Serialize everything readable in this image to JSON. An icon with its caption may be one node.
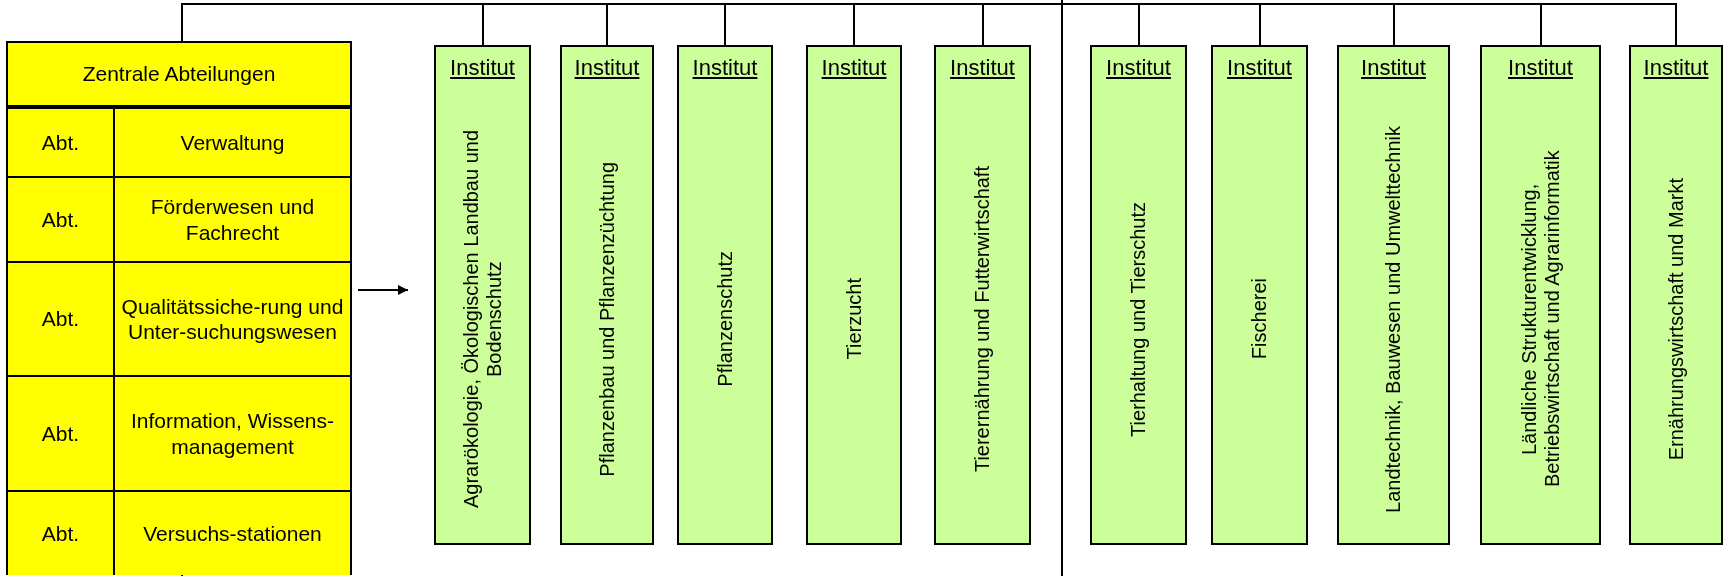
{
  "diagram": {
    "nodes": [
      {
        "text": [
          "Zentrale Abteilungen"
        ]
      },
      {
        "text": [
          "Abt.",
          "Verwaltung"
        ],
        "in": 0
      },
      {
        "text": [
          "Abt.",
          "Förderwesen und Fachrecht"
        ],
        "in": 0
      },
      {
        "text": [
          "Abt.",
          "Qualitätssiche-rung und Unter-suchungswesen"
        ],
        "in": 0
      },
      {
        "text": [
          "Abt.",
          "Information, Wissens-management"
        ],
        "in": 0
      },
      {
        "text": [
          "Abt.",
          "Versuchs-stationen"
        ],
        "in": 0
      },
      {
        "text": [
          "Institut",
          "Agrarökologie, Ökologischen Landbau und Bodenschutz"
        ]
      },
      {
        "text": [
          "Institut",
          "Pflanzenbau und Pflanzenzüchtung"
        ]
      },
      {
        "text": [
          "Institut",
          "Pflanzenschutz"
        ]
      },
      {
        "text": [
          "Institut",
          "Tierzucht"
        ]
      },
      {
        "text": [
          "Institut",
          "Tierernährung und Futterwirtschaft"
        ]
      },
      {
        "text": [
          "Institut",
          "Tierhaltung und Tierschutz"
        ]
      },
      {
        "text": [
          "Institut",
          "Fischerei"
        ]
      },
      {
        "text": [
          "Institut",
          "Landtechnik, Bauwesen und Umwelttechnik"
        ]
      },
      {
        "text": [
          "Institut",
          "Ländliche Strukturentwicklung, Betriebswirtschaft und Agrarinformatik"
        ]
      },
      {
        "text": [
          "Institut",
          "Ernährungswirtschaft und Markt"
        ]
      }
    ],
    "edges": [
      {
        "from": null,
        "to": 0,
        "arrow": "none"
      },
      {
        "from": null,
        "to": 6,
        "arrow": "none"
      },
      {
        "from": null,
        "to": 7,
        "arrow": "none"
      },
      {
        "from": null,
        "to": 8,
        "arrow": "none"
      },
      {
        "from": null,
        "to": 9,
        "arrow": "none"
      },
      {
        "from": null,
        "to": 10,
        "arrow": "none"
      },
      {
        "from": null,
        "to": 11,
        "arrow": "none"
      },
      {
        "from": null,
        "to": 12,
        "arrow": "none"
      },
      {
        "from": null,
        "to": 13,
        "arrow": "none"
      },
      {
        "from": null,
        "to": 14,
        "arrow": "none"
      },
      {
        "from": null,
        "to": 15,
        "arrow": "none"
      },
      {
        "from": 0,
        "to": 6,
        "arrow": "to"
      }
    ]
  }
}
